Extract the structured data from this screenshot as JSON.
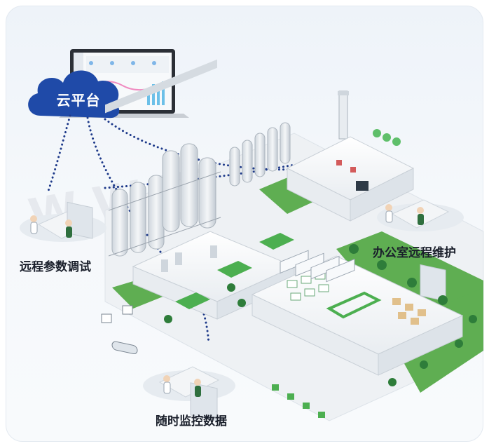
{
  "cloud": {
    "label": "云平台",
    "color": "#1f4aa8"
  },
  "labels": {
    "remote_params": "远程参数调试",
    "office_maintenance": "办公室远程维护",
    "monitoring": "随时监控数据"
  },
  "colors": {
    "link_dots": "#1e3a8a",
    "grass": "#5fae52",
    "building": "#f2f4f6",
    "tank": "#e4e8ec",
    "accent_green": "#4caf50"
  },
  "icons": [
    "cloud-icon",
    "laptop-icon",
    "operator-icon",
    "tanker-truck-icon",
    "box-truck-icon",
    "tree-icon",
    "chimney-icon"
  ]
}
